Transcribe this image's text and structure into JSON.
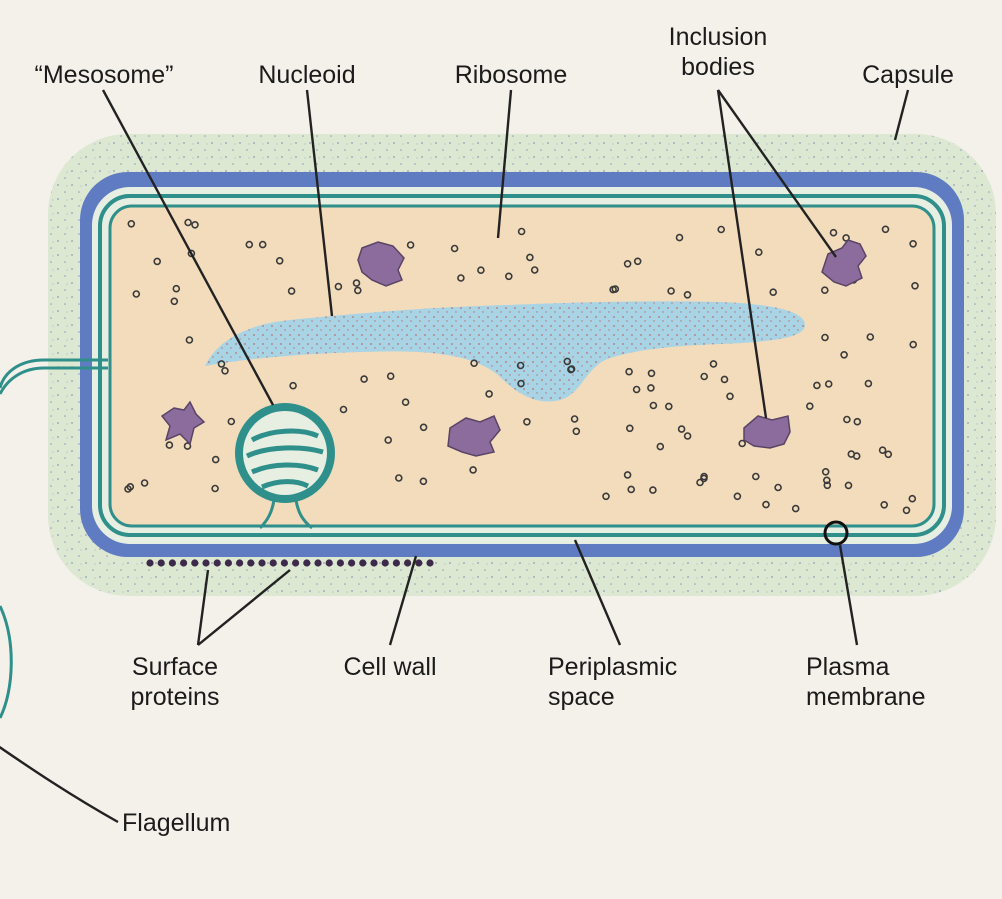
{
  "colors": {
    "page": "#f4f1ea",
    "capsule": "#dde8d2",
    "cell_wall": "#5f7cc2",
    "membrane": "#2f8f8a",
    "periplasm": "#e7eee2",
    "cytoplasm": "#f2dcbc",
    "nucleoid": "#a8d4e6",
    "inclusion": "#8c6c9c",
    "ribosome": "#3a3a3a",
    "line": "#222222"
  },
  "labels": {
    "mesosome": "“Mesosome”",
    "nucleoid": "Nucleoid",
    "ribosome": "Ribosome",
    "inclusion_line1": "Inclusion",
    "inclusion_line2": "bodies",
    "capsule": "Capsule",
    "surface_line1": "Surface",
    "surface_line2": "proteins",
    "cell_wall": "Cell wall",
    "periplasmic_line1": "Periplasmic",
    "periplasmic_line2": "space",
    "plasma_line1": "Plasma",
    "plasma_line2": "membrane",
    "flagellum": "Flagellum"
  },
  "structures": [
    "capsule",
    "cell-wall",
    "periplasmic-space",
    "plasma-membrane",
    "cytoplasm",
    "nucleoid",
    "mesosome",
    "ribosomes",
    "inclusion-bodies",
    "surface-proteins",
    "flagellum"
  ]
}
